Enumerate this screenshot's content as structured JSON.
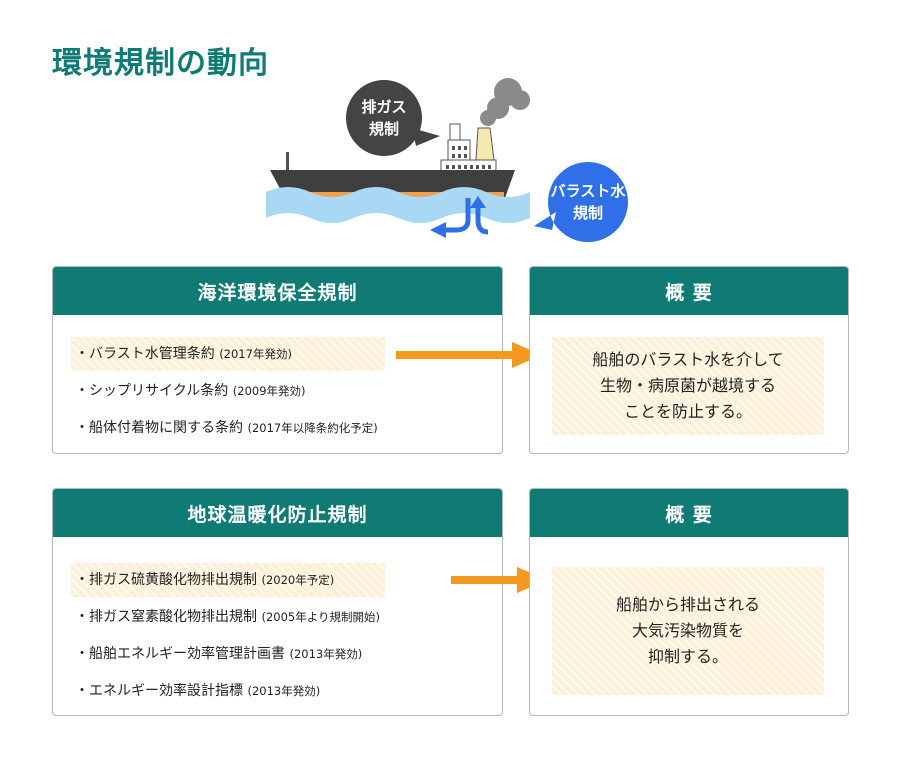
{
  "page_title": "環境規制の動向",
  "illustration": {
    "exhaust_bubble": [
      "排ガス",
      "規制"
    ],
    "ballast_bubble": [
      "バラスト水",
      "規制"
    ]
  },
  "sections": [
    {
      "header": "海洋環境保全規制",
      "items": [
        {
          "text": "・バラスト水管理条約",
          "note": "(2017年発効)",
          "highlighted": true
        },
        {
          "text": "・シップリサイクル条約",
          "note": "(2009年発効)",
          "highlighted": false
        },
        {
          "text": "・船体付着物に関する条約",
          "note": "(2017年以降条約化予定)",
          "highlighted": false
        }
      ],
      "summary_header": "概 要",
      "summary_lines": [
        "船舶のバラスト水を介して",
        "生物・病原菌が越境する",
        "ことを防止する。"
      ]
    },
    {
      "header": "地球温暖化防止規制",
      "items": [
        {
          "text": "・排ガス硫黄酸化物排出規制",
          "note": "(2020年予定)",
          "highlighted": true
        },
        {
          "text": "・排ガス窒素酸化物排出規制",
          "note": "(2005年より規制開始)",
          "highlighted": false
        },
        {
          "text": "・船舶エネルギー効率管理計画書",
          "note": "(2013年発効)",
          "highlighted": false
        },
        {
          "text": "・エネルギー効率設計指標",
          "note": "(2013年発効)",
          "highlighted": false
        }
      ],
      "summary_header": "概 要",
      "summary_lines": [
        "船舶から排出される",
        "大気汚染物質を",
        "抑制する。"
      ]
    }
  ],
  "colors": {
    "teal": "#0f7b74",
    "orange": "#f39a1e",
    "blue": "#2f6fe8",
    "dark": "#444444",
    "highlight": "#fdf0d8"
  }
}
